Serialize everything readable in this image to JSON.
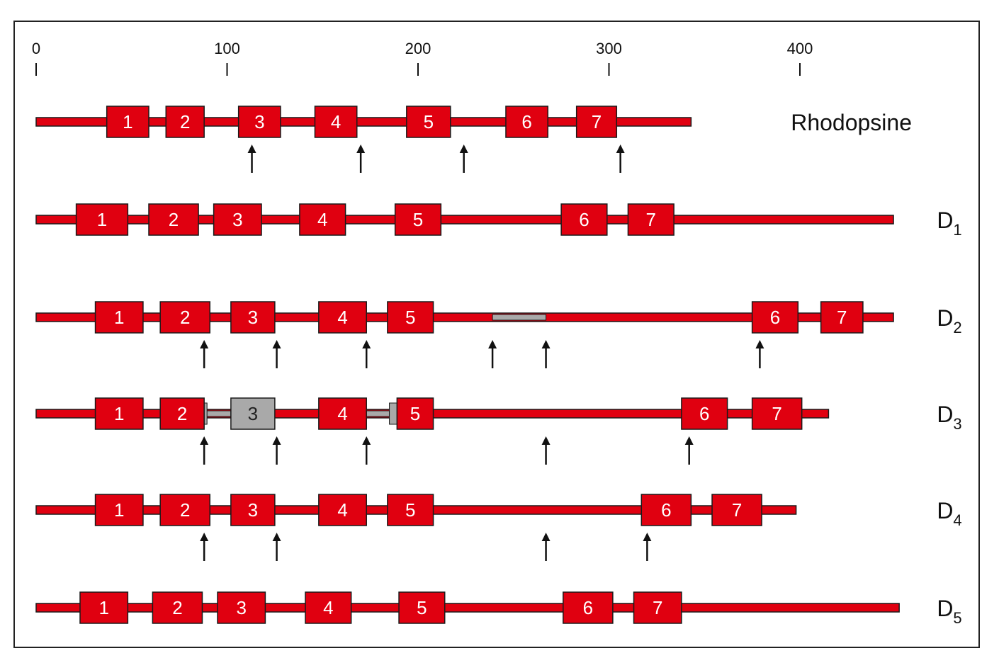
{
  "colors": {
    "segment": "#e00010",
    "stroke": "#1a1a1a",
    "gray": "#a9a9a9",
    "arrow": "#111111",
    "frame": "#222222"
  },
  "scale": {
    "ticks": [
      {
        "value": 0,
        "label": "0"
      },
      {
        "value": 100,
        "label": "100"
      },
      {
        "value": 200,
        "label": "200"
      },
      {
        "value": 300,
        "label": "300"
      },
      {
        "value": 400,
        "label": "400"
      }
    ]
  },
  "rows": [
    {
      "id": "rhodopsine",
      "label": "Rhodopsine",
      "sub": "",
      "end": 343,
      "boxes": [
        {
          "label": "1",
          "start": 37,
          "end": 59
        },
        {
          "label": "2",
          "start": 68,
          "end": 88
        },
        {
          "label": "3",
          "start": 106,
          "end": 128
        },
        {
          "label": "4",
          "start": 146,
          "end": 168
        },
        {
          "label": "5",
          "start": 194,
          "end": 217
        },
        {
          "label": "6",
          "start": 246,
          "end": 268
        },
        {
          "label": "7",
          "start": 283,
          "end": 304
        }
      ],
      "gray_regions": [],
      "arrows": [
        113,
        170,
        224,
        306
      ]
    },
    {
      "id": "d1",
      "label": "D",
      "sub": "1",
      "end": 449,
      "boxes": [
        {
          "label": "1",
          "start": 21,
          "end": 48
        },
        {
          "label": "2",
          "start": 59,
          "end": 85
        },
        {
          "label": "3",
          "start": 93,
          "end": 118
        },
        {
          "label": "4",
          "start": 138,
          "end": 162
        },
        {
          "label": "5",
          "start": 188,
          "end": 212
        },
        {
          "label": "6",
          "start": 275,
          "end": 299
        },
        {
          "label": "7",
          "start": 310,
          "end": 334
        }
      ],
      "gray_regions": [],
      "arrows": []
    },
    {
      "id": "d2",
      "label": "D",
      "sub": "2",
      "end": 449,
      "boxes": [
        {
          "label": "1",
          "start": 31,
          "end": 56
        },
        {
          "label": "2",
          "start": 65,
          "end": 91
        },
        {
          "label": "3",
          "start": 102,
          "end": 125
        },
        {
          "label": "4",
          "start": 148,
          "end": 173
        },
        {
          "label": "5",
          "start": 184,
          "end": 208
        },
        {
          "label": "6",
          "start": 375,
          "end": 399
        },
        {
          "label": "7",
          "start": 411,
          "end": 433
        }
      ],
      "gray_regions": [
        {
          "start": 239,
          "end": 267
        }
      ],
      "arrows": [
        88,
        126,
        173,
        239,
        267,
        379
      ]
    },
    {
      "id": "d3",
      "label": "D",
      "sub": "3",
      "end": 415,
      "boxes": [
        {
          "label": "1",
          "start": 31,
          "end": 56
        },
        {
          "label": "2",
          "start": 65,
          "end": 88
        },
        {
          "label": "3",
          "start": 102,
          "end": 125,
          "gray": true
        },
        {
          "label": "4",
          "start": 148,
          "end": 173
        },
        {
          "label": "5",
          "start": 189,
          "end": 208
        },
        {
          "label": "6",
          "start": 338,
          "end": 362
        },
        {
          "label": "7",
          "start": 375,
          "end": 401
        }
      ],
      "gray_regions": [
        {
          "start": 88,
          "end": 89.5
        },
        {
          "start": 185,
          "end": 189
        }
      ],
      "gray_connectors": [
        {
          "start": 88,
          "end": 102
        },
        {
          "start": 173,
          "end": 185
        }
      ],
      "arrows": [
        88,
        126,
        173,
        267,
        342
      ]
    },
    {
      "id": "d4",
      "label": "D",
      "sub": "4",
      "end": 398,
      "boxes": [
        {
          "label": "1",
          "start": 31,
          "end": 56
        },
        {
          "label": "2",
          "start": 65,
          "end": 91
        },
        {
          "label": "3",
          "start": 102,
          "end": 125
        },
        {
          "label": "4",
          "start": 148,
          "end": 173
        },
        {
          "label": "5",
          "start": 184,
          "end": 208
        },
        {
          "label": "6",
          "start": 317,
          "end": 343
        },
        {
          "label": "7",
          "start": 354,
          "end": 380
        }
      ],
      "gray_regions": [],
      "arrows": [
        88,
        126,
        267,
        320
      ]
    },
    {
      "id": "d5",
      "label": "D",
      "sub": "5",
      "end": 452,
      "boxes": [
        {
          "label": "1",
          "start": 23,
          "end": 48
        },
        {
          "label": "2",
          "start": 61,
          "end": 87
        },
        {
          "label": "3",
          "start": 95,
          "end": 120
        },
        {
          "label": "4",
          "start": 141,
          "end": 165
        },
        {
          "label": "5",
          "start": 190,
          "end": 214
        },
        {
          "label": "6",
          "start": 276,
          "end": 302
        },
        {
          "label": "7",
          "start": 313,
          "end": 338
        }
      ],
      "gray_regions": [],
      "arrows": []
    }
  ]
}
